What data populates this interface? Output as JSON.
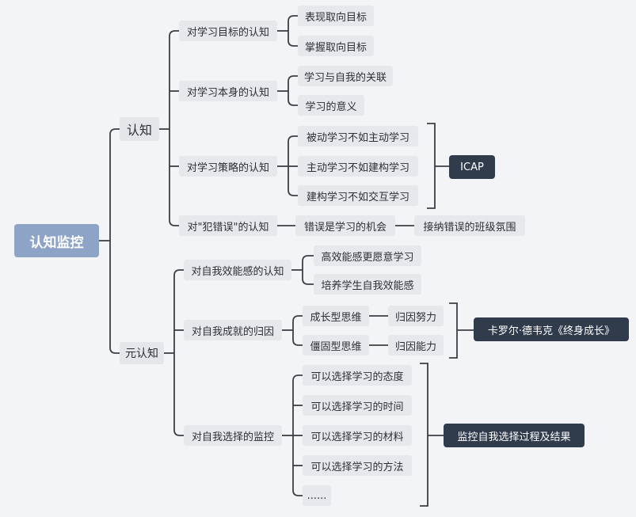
{
  "root": "认知监控",
  "branches": [
    {
      "label": "认知",
      "children": [
        {
          "label": "对学习目标的认知",
          "children": [
            {
              "label": "表现取向目标"
            },
            {
              "label": "掌握取向目标"
            }
          ]
        },
        {
          "label": "对学习本身的认知",
          "children": [
            {
              "label": "学习与自我的关联"
            },
            {
              "label": "学习的意义"
            }
          ]
        },
        {
          "label": "对学习策略的认知",
          "children": [
            {
              "label": "被动学习不如主动学习"
            },
            {
              "label": "主动学习不如建构学习"
            },
            {
              "label": "建构学习不如交互学习"
            }
          ],
          "summary": "ICAP"
        },
        {
          "label": "对\"犯错误\"的认知",
          "children": [
            {
              "label": "错误是学习的机会",
              "next": "接纳错误的班级氛围"
            }
          ]
        }
      ]
    },
    {
      "label": "元认知",
      "children": [
        {
          "label": "对自我效能感的认知",
          "children": [
            {
              "label": "高效能感更愿意学习"
            },
            {
              "label": "培养学生自我效能感"
            }
          ]
        },
        {
          "label": "对自我成就的归因",
          "children": [
            {
              "label": "成长型思维",
              "next": "归因努力"
            },
            {
              "label": "僵固型思维",
              "next": "归因能力"
            }
          ],
          "summary": "卡罗尔·德韦克《终身成长》"
        },
        {
          "label": "对自我选择的监控",
          "children": [
            {
              "label": "可以选择学习的态度"
            },
            {
              "label": "可以选择学习的时间"
            },
            {
              "label": "可以选择学习的材料"
            },
            {
              "label": "可以选择学习的方法"
            },
            {
              "label": "......"
            }
          ],
          "summary": "监控自我选择过程及结果"
        }
      ]
    }
  ]
}
